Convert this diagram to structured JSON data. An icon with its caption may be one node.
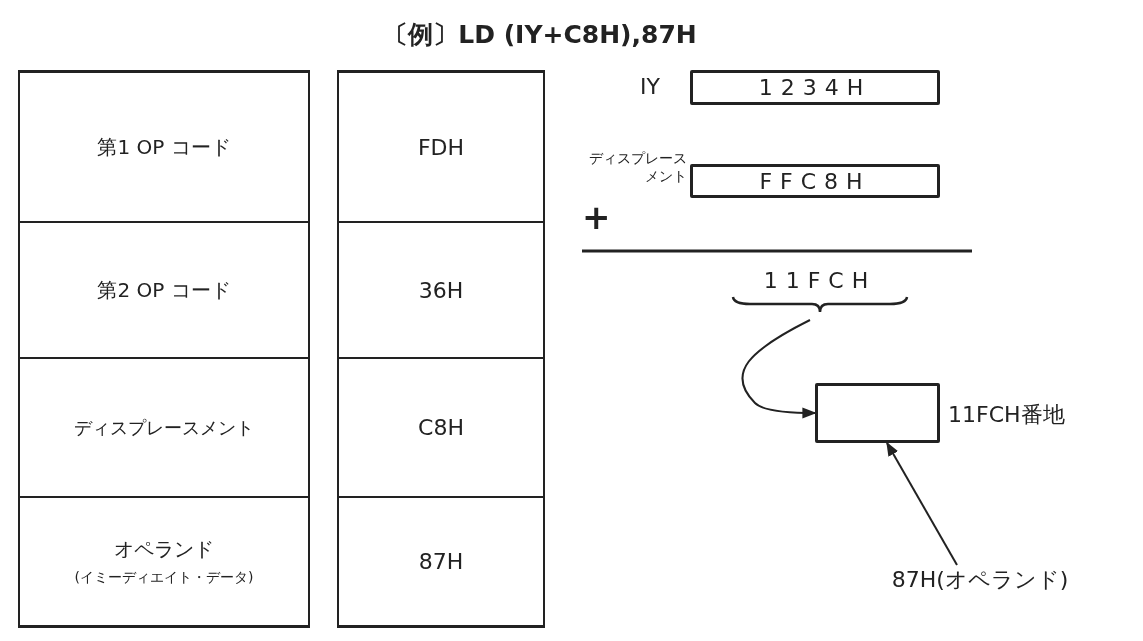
{
  "diagram": {
    "title": "〔例〕LD (IY+C8H),87H",
    "nodes": [
      {
        "text": [
          "第1 OP コード"
        ]
      },
      {
        "text": [
          "第2 OP コード"
        ]
      },
      {
        "text": [
          "ディスプレースメント"
        ]
      },
      {
        "text": [
          "オペランド",
          "(イミーディエイト・データ)"
        ]
      },
      {
        "text": [
          "FDH"
        ]
      },
      {
        "text": [
          "36H"
        ]
      },
      {
        "text": [
          "C8H"
        ]
      },
      {
        "text": [
          "87H"
        ]
      },
      {
        "text": [
          "1234H"
        ],
        "beside": [
          "IY"
        ]
      },
      {
        "text": [
          "FFC8H"
        ],
        "beside": [
          "ディスプレースメント"
        ]
      },
      {
        "text": [
          "11FCH"
        ]
      },
      {
        "text": [],
        "shape": "box",
        "beside": [
          "11FCH番地"
        ]
      },
      {
        "text": [
          "87H(オペランド)"
        ]
      }
    ],
    "edges": [
      {
        "from": 10,
        "to": 11,
        "arrow": "to"
      },
      {
        "from": 12,
        "to": 11,
        "arrow": "to"
      }
    ],
    "labels": [
      "+"
    ]
  }
}
